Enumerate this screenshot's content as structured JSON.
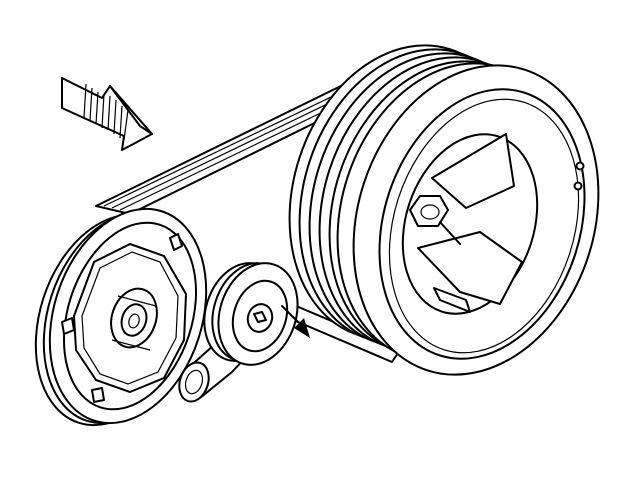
{
  "diagram": {
    "components": [
      {
        "id": "crankshaft-pulley",
        "icon": "crankshaft-balancer-pulley"
      },
      {
        "id": "ac-compressor-pulley",
        "icon": "compressor-clutch-pulley"
      },
      {
        "id": "belt-tensioner",
        "icon": "tensioner-pulley"
      },
      {
        "id": "drive-belt",
        "icon": "serpentine-belt"
      }
    ],
    "arrows": [
      {
        "id": "view-direction-arrow",
        "icon": "large-hatched-arrow",
        "direction": "down-right"
      },
      {
        "id": "tensioner-rotation-arrow",
        "icon": "small-black-arrow",
        "direction": "down-right"
      }
    ],
    "colors": {
      "line": "#000000",
      "background": "#ffffff"
    }
  }
}
